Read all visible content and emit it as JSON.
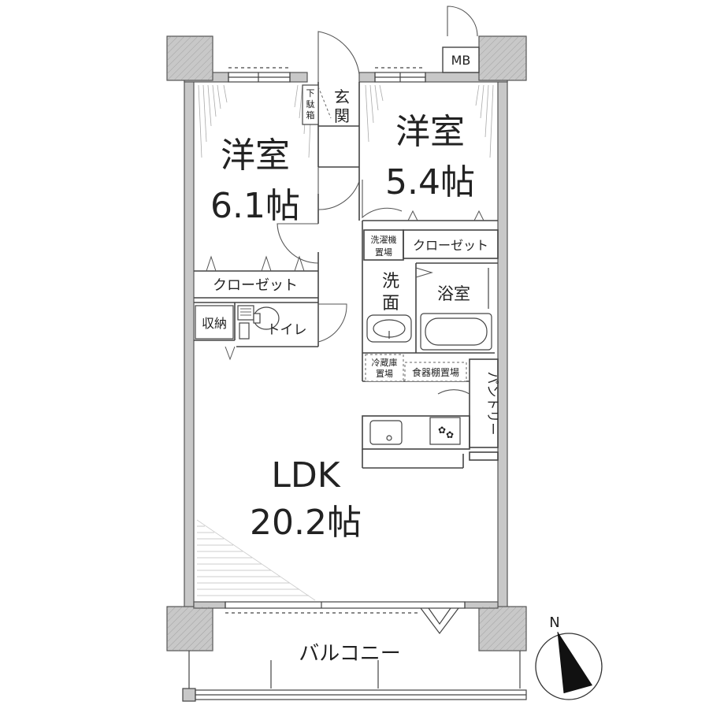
{
  "rooms": {
    "western_a": {
      "name": "洋室",
      "size": "6.1帖"
    },
    "western_b": {
      "name": "洋室",
      "size": "5.4帖"
    },
    "ldk": {
      "name": "LDK",
      "size": "20.2帖"
    },
    "bath": {
      "name": "浴室"
    },
    "wash": {
      "name_1": "洗",
      "name_2": "面"
    },
    "toilet": {
      "name": "トイレ"
    },
    "entrance": {
      "name_1": "玄",
      "name_2": "関"
    },
    "balcony": {
      "name": "バルコニー"
    }
  },
  "fixtures": {
    "closet_a": "クローゼット",
    "closet_b": "クローゼット",
    "storage": "収納",
    "shoe_box": [
      "下",
      "駄",
      "箱"
    ],
    "washer": [
      "洗濯機",
      "置場"
    ],
    "fridge": [
      "冷蔵庫",
      "置場"
    ],
    "dish_shelf": "食器棚置場",
    "pantry": "パントリー",
    "meter_box": "MB"
  },
  "compass": {
    "label": "N"
  },
  "colors": {
    "wall": "#c8c8c8",
    "wall_stroke": "#555555",
    "line": "#333333",
    "hatch": "#999999"
  }
}
